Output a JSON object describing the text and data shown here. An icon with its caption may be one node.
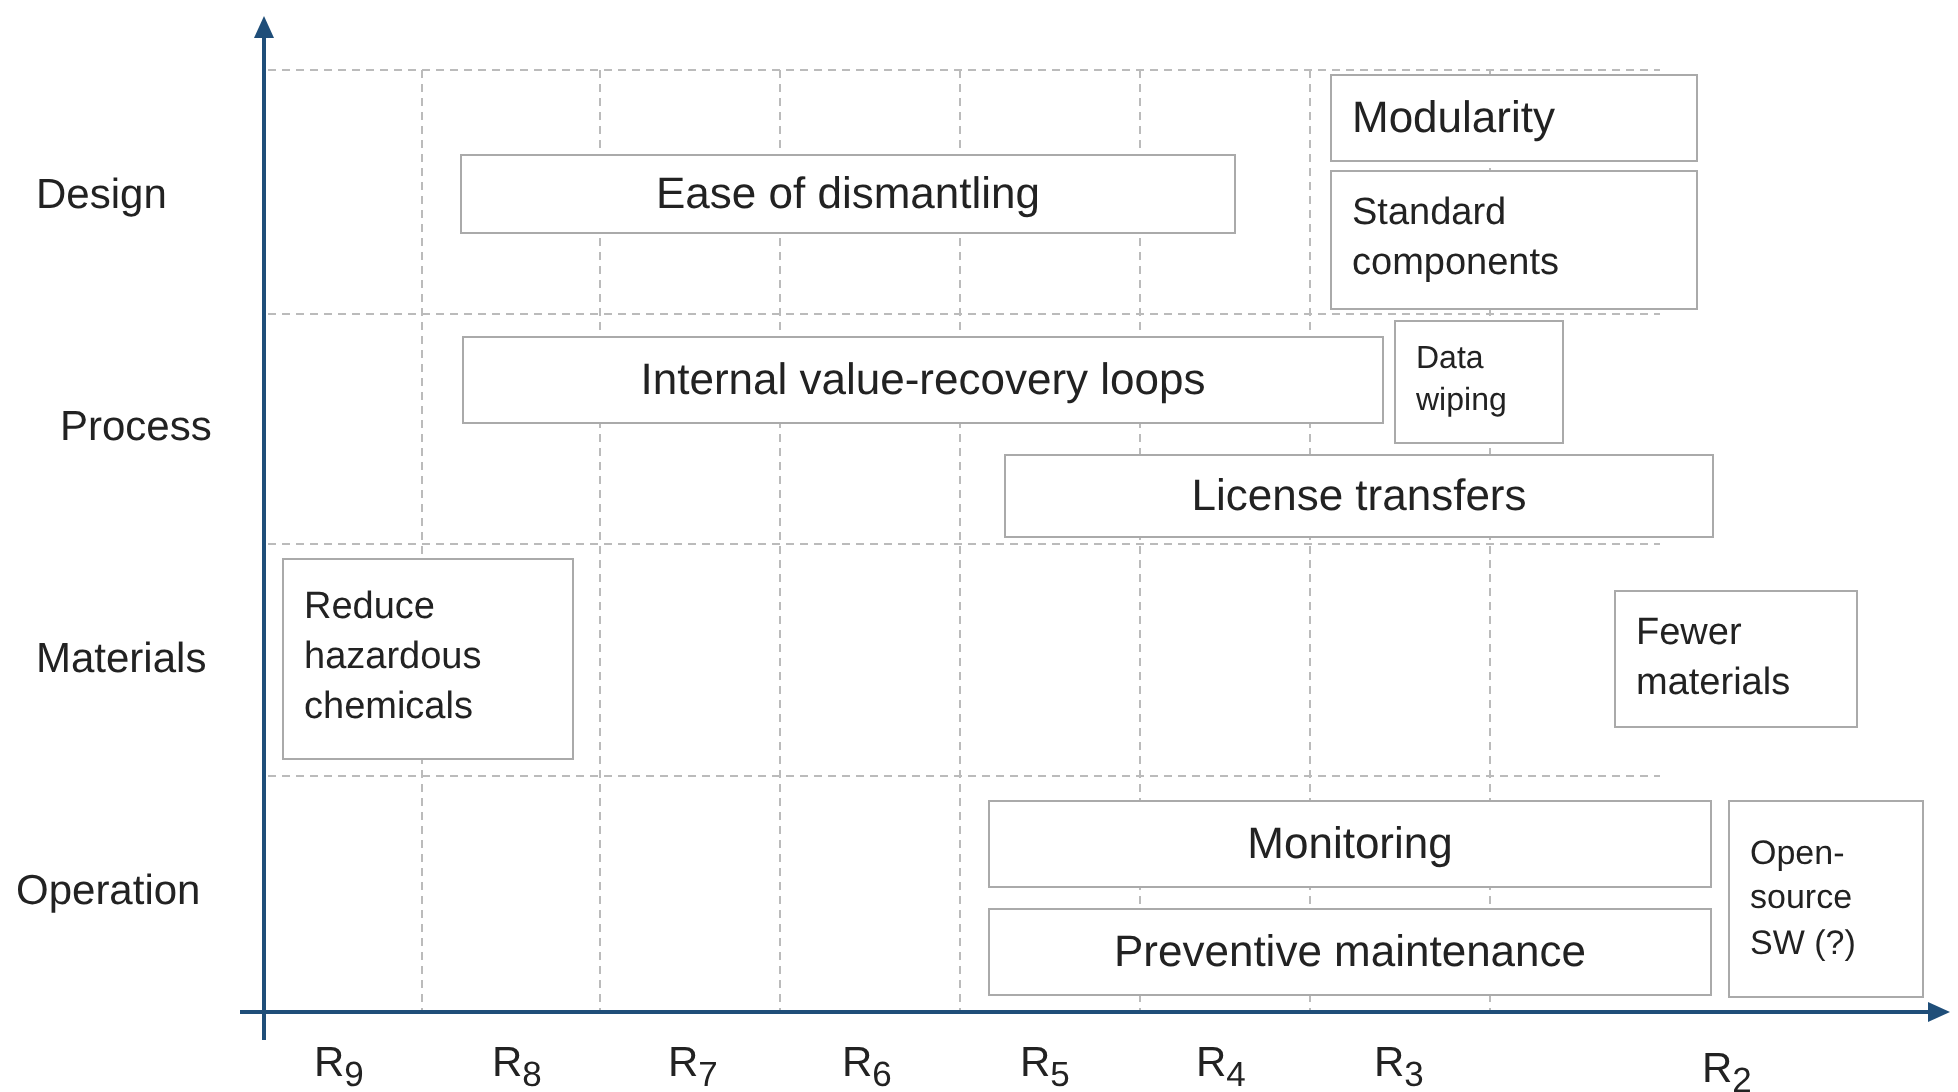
{
  "diagram": {
    "nodes": [
      {
        "text": [
          "Modularity"
        ]
      },
      {
        "text": [
          "Ease of dismantling"
        ]
      },
      {
        "text": [
          "Standard components"
        ]
      },
      {
        "text": [
          "Internal value-recovery loops"
        ]
      },
      {
        "text": [
          "Data wiping"
        ]
      },
      {
        "text": [
          "License transfers"
        ]
      },
      {
        "text": [
          "Reduce hazardous chemicals"
        ]
      },
      {
        "text": [
          "Fewer materials"
        ]
      },
      {
        "text": [
          "Monitoring"
        ]
      },
      {
        "text": [
          "Open-source SW (?)"
        ]
      },
      {
        "text": [
          "Preventive maintenance"
        ]
      }
    ],
    "labels": [
      "Design",
      "Process",
      "Materials",
      "Operation",
      "R$_{9}$",
      "R$_{8}$",
      "R$_{7}$",
      "R$_{6}$",
      "R$_{5}$",
      "R$_{4}$",
      "R$_{3}$",
      "R$_{2}$"
    ]
  }
}
